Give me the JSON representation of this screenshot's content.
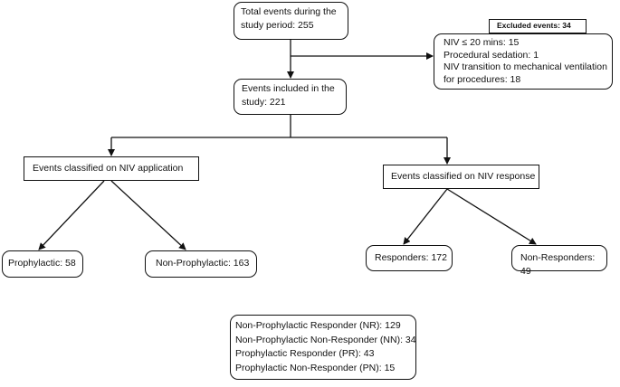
{
  "total": {
    "lines": [
      "Total events during the",
      "study period: 255"
    ]
  },
  "excluded": {
    "title": "Excluded events: 34",
    "lines": [
      "NIV ≤ 20 mins: 15",
      "Procedural sedation: 1",
      "NIV transition to mechanical ventilation",
      "for procedures: 18"
    ]
  },
  "included": {
    "lines": [
      "Events included in the",
      "study: 221"
    ]
  },
  "application": {
    "label": "Events classified on NIV application"
  },
  "response": {
    "label": "Events classified on NIV response"
  },
  "prophylactic": {
    "label": "Prophylactic: 58"
  },
  "non_prophylactic": {
    "label": "Non-Prophylactic: 163"
  },
  "responders": {
    "label": "Responders: 172"
  },
  "non_responders": {
    "label": "Non-Responders: 49"
  },
  "summary": {
    "lines": [
      "Non-Prophylactic Responder (NR): 129",
      "Non-Prophylactic Non-Responder (NN): 34",
      "Prophylactic Responder (PR): 43",
      "Prophylactic Non-Responder (PN): 15"
    ]
  }
}
